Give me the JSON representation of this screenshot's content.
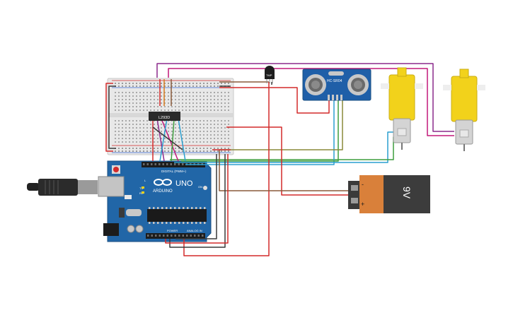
{
  "arduino": {
    "logo_text": "ARDUINO",
    "model": "UNO",
    "digital_header": "DIGITAL (PWM~)",
    "power_header": "POWER",
    "analog_header": "ANALOG IN",
    "tx_label": "TX",
    "rx_label": "RX",
    "l_label": "L",
    "on_label": "ON"
  },
  "driver_chip": {
    "label": "L293D"
  },
  "temp_sensor": {
    "label": "TMP"
  },
  "ultrasonic": {
    "label": "HC-SR04"
  },
  "battery": {
    "label": "9V",
    "minus": "-",
    "plus": "+"
  },
  "colors": {
    "board": "#2166a7",
    "breadboard": "#e6e6e6",
    "motor": "#f2d21b",
    "battery_body": "#3c3c3c",
    "battery_cap": "#d9803a",
    "wire_red": "#d42a2a",
    "wire_dark": "#3a3a3a",
    "wire_purple": "#8c2a8c",
    "wire_magenta": "#c2187a",
    "wire_green": "#3e9e3e",
    "wire_cyan": "#2a9fcf",
    "wire_brown": "#8a5a3a",
    "wire_olive": "#8a8a3a",
    "wire_orange": "#d87a1e"
  }
}
